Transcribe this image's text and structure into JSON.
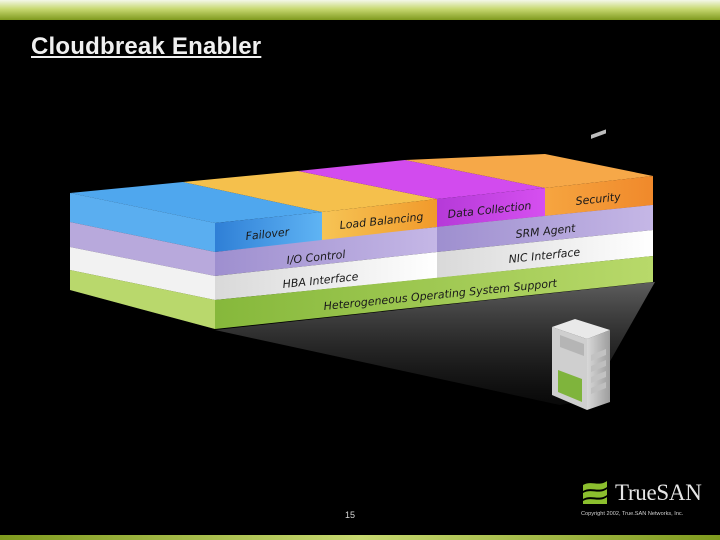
{
  "slide": {
    "title": "Cloudbreak Enabler",
    "page_number": "15",
    "copyright": "Copyright 2002, True.SAN Networks, Inc.",
    "logo_text": "True.SAN",
    "logo_text_display": "TrueSAN"
  },
  "diagram": {
    "top_blocks": [
      {
        "label": "Failover",
        "color": "#3b8fe0"
      },
      {
        "label": "Load Balancing",
        "color": "#f3b23a"
      },
      {
        "label": "Data Collection",
        "color": "#c13fe0"
      },
      {
        "label": "Security",
        "color": "#f08a2c"
      }
    ],
    "layers": [
      {
        "label": "I/O Control",
        "color": "#b6a6d8"
      },
      {
        "label": "SRM Agent",
        "color": "#b6a6d8"
      },
      {
        "label": "HBA Interface",
        "color": "#eeeeee"
      },
      {
        "label": "NIC Interface",
        "color": "#eeeeee"
      },
      {
        "label": "Heterogeneous Operating System Support",
        "color": "#9ec845"
      }
    ],
    "server_icon": "server-tower-icon"
  }
}
